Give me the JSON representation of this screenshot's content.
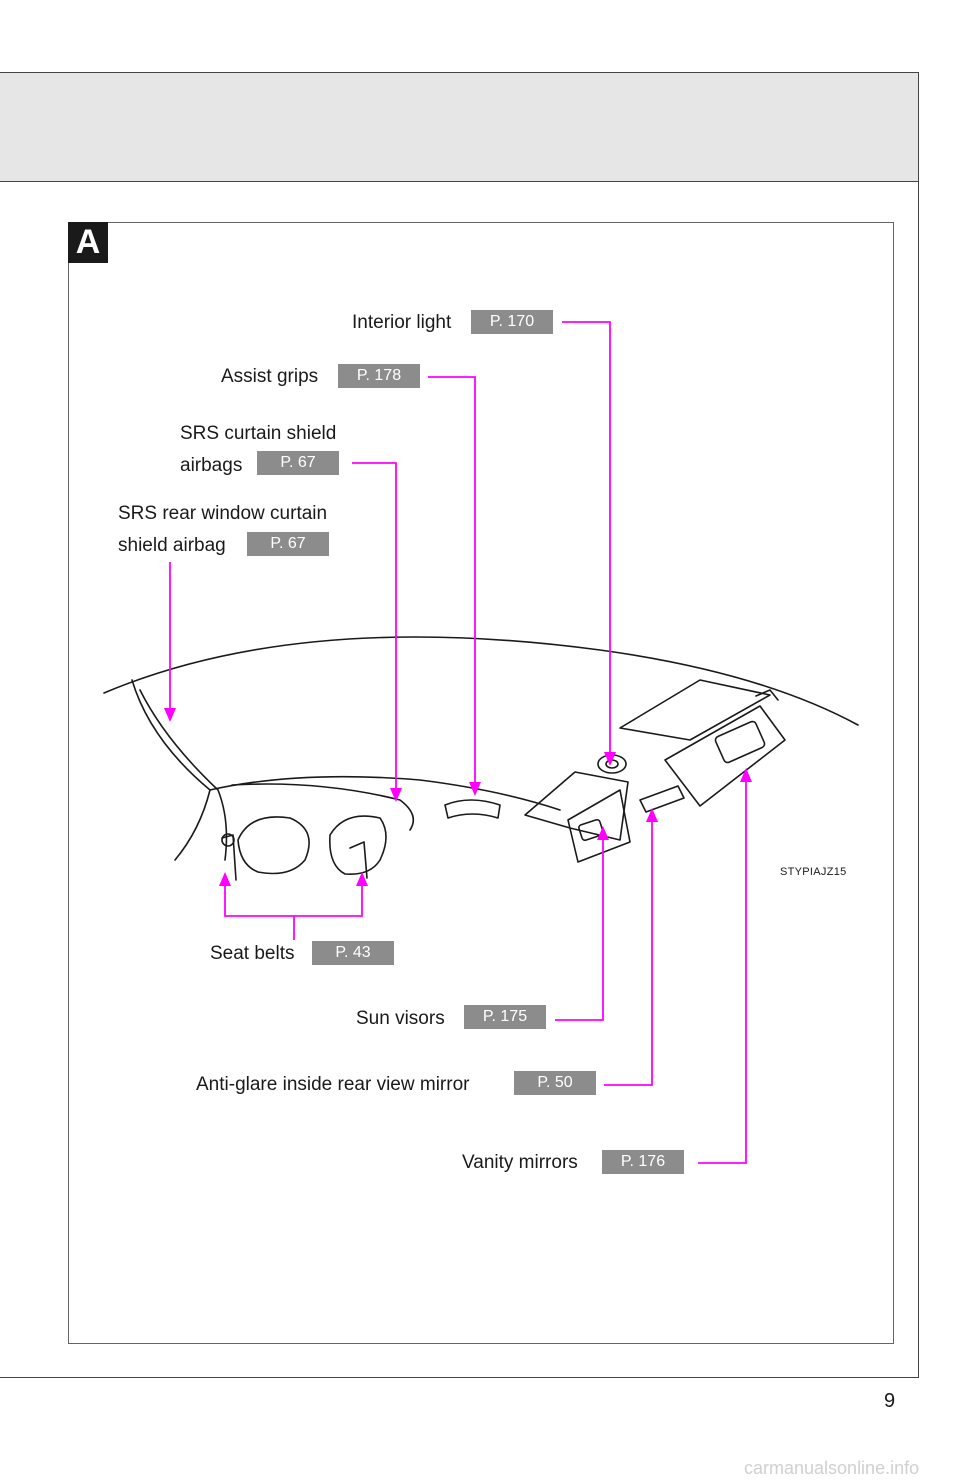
{
  "section": {
    "tab_label": "A"
  },
  "labels": {
    "interior_light": {
      "text": "Interior light",
      "page": "P. 170"
    },
    "assist_grips": {
      "text": "Assist grips",
      "page": "P. 178"
    },
    "srs_curtain": {
      "line1": "SRS curtain shield",
      "line2": "airbags",
      "page": "P. 67"
    },
    "srs_rear_window": {
      "line1": "SRS rear window curtain",
      "line2": "shield airbag",
      "page": "P. 67"
    },
    "seat_belts": {
      "text": "Seat belts",
      "page": "P. 43"
    },
    "sun_visors": {
      "text": "Sun visors",
      "page": "P. 175"
    },
    "anti_glare": {
      "text": "Anti-glare inside rear view mirror",
      "page": "P. 50"
    },
    "vanity_mirrors": {
      "text": "Vanity mirrors",
      "page": "P. 176"
    }
  },
  "image_code": "STYPIAJZ15",
  "page_number": "9",
  "watermark": "carmanualsonline.info",
  "colors": {
    "leader": "#ff00ff",
    "badge": "#8c8c8c",
    "header_band": "#e6e6e6"
  }
}
